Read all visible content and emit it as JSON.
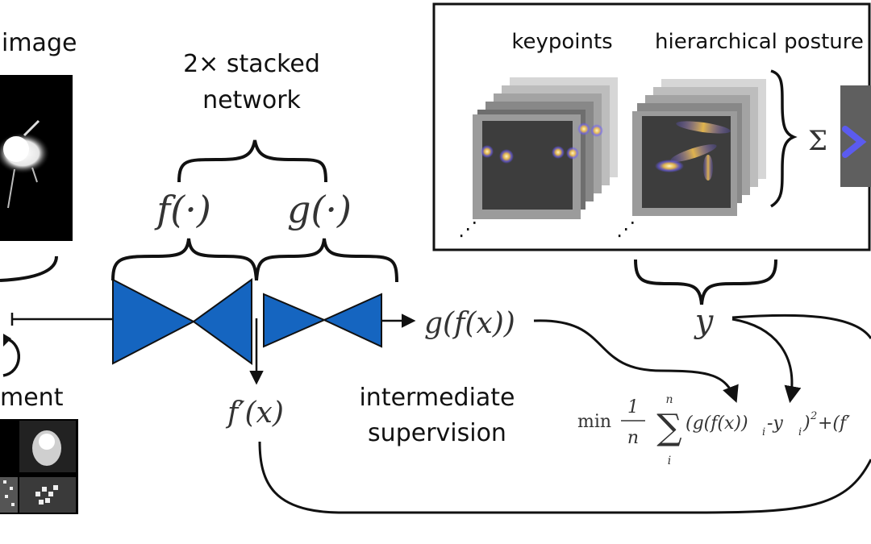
{
  "labels": {
    "input_image": "image",
    "stacked_network_line1": "2× stacked",
    "stacked_network_line2": "network",
    "f_func": "f(·)",
    "g_func": "g(·)",
    "gfx": "g(f(x))",
    "fprime": "f′(x)",
    "intermediate_line1": "intermediate",
    "intermediate_line2": "supervision",
    "augmentment": "ment",
    "keypoints": "keypoints",
    "hierarchical": "hierarchical posture",
    "sigma": "Σ",
    "y": "y",
    "ellipsis_1": "⋰",
    "ellipsis_2": "⋰"
  },
  "loss": {
    "min": "min",
    "frac_num": "1",
    "frac_den": "n",
    "sum_top": "n",
    "sum_bottom": "i",
    "sum_symbol": "∑",
    "body": "(g(f(x))",
    "sub_i": "i",
    "minus_y": " -y",
    "sub_i2": "i",
    "close_paren": ")",
    "sup_2": "2",
    "plus_f": " +(f′"
  },
  "colors": {
    "network_blue": "#1565c0",
    "heatmap_bg": "#2b2b2b",
    "keypoint_glow": "#f2c14e",
    "keypoint_core": "#6a5cff",
    "arrow": "#111111"
  }
}
